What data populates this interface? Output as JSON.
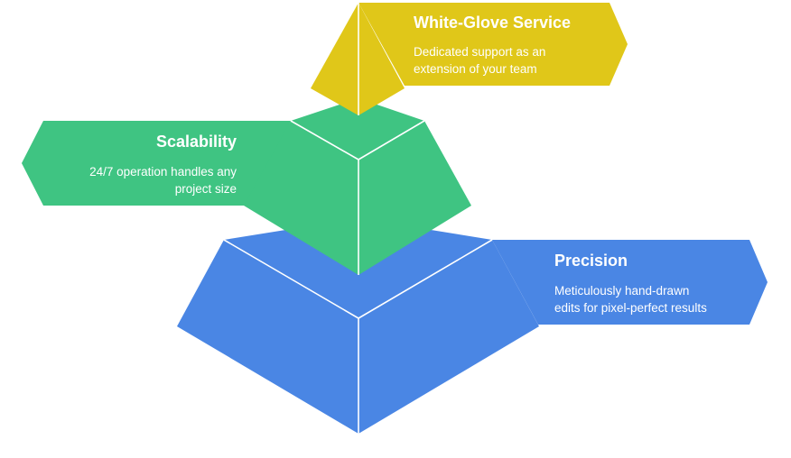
{
  "colors": {
    "top": "#E0C719",
    "middle": "#3FC482",
    "bottom": "#4A86E4",
    "text": "#FFFFFF",
    "background": "#FFFFFF"
  },
  "tiers": [
    {
      "key": "top",
      "title": "White-Glove Service",
      "description": [
        "Dedicated support as an",
        "extension of your team"
      ]
    },
    {
      "key": "middle",
      "title": "Scalability",
      "description": [
        "24/7 operation handles any",
        "project size"
      ]
    },
    {
      "key": "bottom",
      "title": "Precision",
      "description": [
        "Meticulously hand-drawn",
        "edits for pixel-perfect results"
      ]
    }
  ]
}
